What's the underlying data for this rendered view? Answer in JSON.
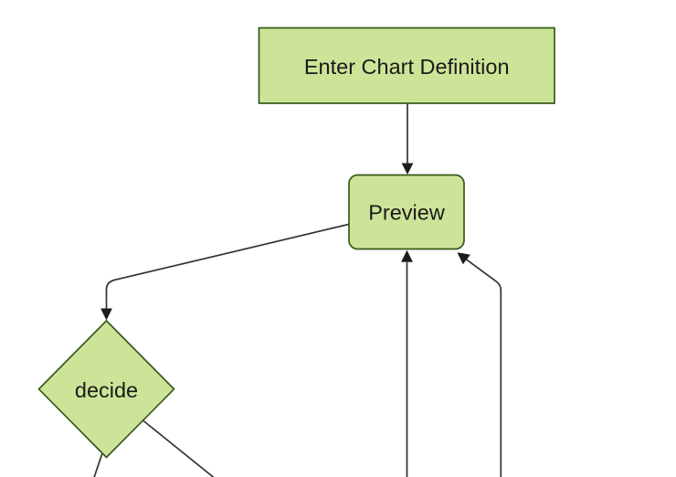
{
  "diagram": {
    "type": "flowchart",
    "direction": "top-down",
    "nodes": {
      "enter": {
        "label": "Enter Chart Definition",
        "shape": "rectangle"
      },
      "preview": {
        "label": "Preview",
        "shape": "rounded-rectangle"
      },
      "decide": {
        "label": "decide",
        "shape": "diamond"
      }
    },
    "edges": [
      {
        "from": "enter",
        "to": "preview",
        "arrowhead": true
      },
      {
        "from": "preview",
        "to": "decide",
        "arrowhead": true
      },
      {
        "from": "decide",
        "to": "offscreen-bottom-left",
        "arrowhead": false
      },
      {
        "from": "decide",
        "to": "offscreen-bottom-right",
        "arrowhead": false
      },
      {
        "from": "offscreen-bottom",
        "to": "preview",
        "arrowhead": true
      },
      {
        "from": "offscreen-bottom-right",
        "to": "preview",
        "arrowhead": true
      }
    ],
    "colors": {
      "background": "#ffffff",
      "node_fill": "#cde498",
      "node_border": "#36591b",
      "edge_line": "#333333",
      "arrowhead": "#1c1c1c",
      "label_text": "#1a1a1a"
    }
  }
}
